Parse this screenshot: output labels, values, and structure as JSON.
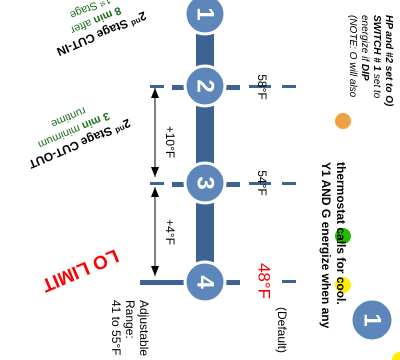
{
  "stages": [
    "1",
    "2",
    "3",
    "4"
  ],
  "temps": {
    "stage2": "58°F",
    "stage3": "54°F",
    "stage4": "48°F",
    "default_label": "(Default)"
  },
  "increments": {
    "upper": "+10°F",
    "lower": "+4°F"
  },
  "lo_limit": "LO LIMIT",
  "adjustable": {
    "line1": "Adjustable",
    "line2": "Range:",
    "line3": "41 to 55°F"
  },
  "cut_in": {
    "stage_num": "2",
    "stage_sup": "nd",
    "stage_rest": " Stage CUT-IN",
    "delay_bold": "8 min",
    "delay_rest": " after",
    "first_num": "1",
    "first_sup": "st",
    "first_rest": " Stage"
  },
  "cut_out": {
    "stage_num": "2",
    "stage_sup": "nd",
    "stage_rest": " Stage CUT-OUT",
    "min_bold": "3 min",
    "min_rest": " minimum",
    "runtime": "runtime"
  },
  "note": {
    "line1": "(NOTE: O will also",
    "line2_pre": "energize if ",
    "line2_bold": "DIP",
    "line3_bold": "SWITCH # 1",
    "line3_rest": " set to",
    "line4": "HP and #2 set to O)"
  },
  "energize": {
    "line1": "Y1 AND G energize when any",
    "line2": "thermostat calls for cool."
  },
  "bottom_badge": "1",
  "colors": {
    "bar": "#3d6294",
    "circle": "#5d86bb",
    "red": "#ff0000",
    "green_text": "#1b6e1b",
    "dot_orange": "#f0a040",
    "dot_green": "#22bb00",
    "dot_yellow": "#ffee00"
  }
}
